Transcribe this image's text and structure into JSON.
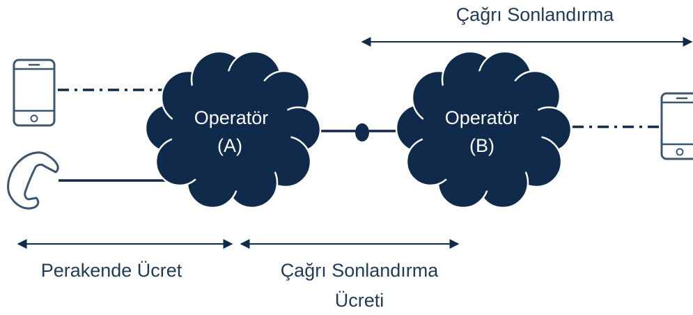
{
  "colors": {
    "cloud": "#0f2a4a",
    "line": "#0f2a4a",
    "device_stroke": "#3d5670",
    "caption": "#1f3b57",
    "background": "#ffffff"
  },
  "top_label": "Çağrı Sonlandırma",
  "operator_a": {
    "line1": "Operatör",
    "line2": "(A)"
  },
  "operator_b": {
    "line1": "Operatör",
    "line2": "(B)"
  },
  "bottom_labels": {
    "retail": "Perakende Ücret",
    "termination_line1": "Çağrı Sonlandırma",
    "termination_line2": "Ücreti"
  },
  "icons": {
    "left_phone": "smartphone-icon",
    "landline": "telephone-handset-icon",
    "right_phone": "smartphone-icon"
  }
}
